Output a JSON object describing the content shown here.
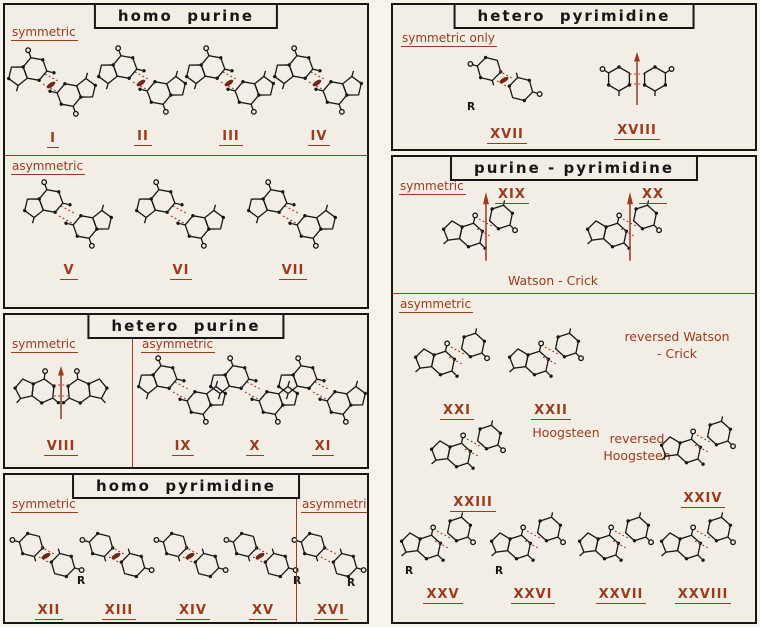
{
  "colors": {
    "paper": "#f2eee5",
    "ink": "#161616",
    "accent": "#9a3a1e",
    "symmetry_lens": "#6f2613"
  },
  "labels": {
    "r": "R"
  },
  "numerals": [
    "I",
    "II",
    "III",
    "IV",
    "V",
    "VI",
    "VII",
    "VIII",
    "IX",
    "X",
    "XI",
    "XII",
    "XIII",
    "XIV",
    "XV",
    "XVI",
    "XVII",
    "XVIII",
    "XIX",
    "XX",
    "XXI",
    "XXII",
    "XXIII",
    "XXIV",
    "XXV",
    "XXVI",
    "XXVII",
    "XXVIII"
  ],
  "panels": [
    {
      "title": "homo  purine",
      "sections": [
        "symmetric",
        "asymmetric"
      ]
    },
    {
      "title": "hetero  purine",
      "sections": [
        "symmetric",
        "asymmetric"
      ]
    },
    {
      "title": "homo  pyrimidine",
      "sections": [
        "symmetric",
        "asymmetric"
      ]
    },
    {
      "title": "hetero  pyrimidine",
      "sections": [
        "symmetric only"
      ]
    },
    {
      "title": "purine - pyrimidine",
      "sections": [
        "symmetric",
        "asymmetric"
      ],
      "captions": {
        "watson_crick": "Watson - Crick",
        "reversed_watson_crick": "reversed Watson - Crick",
        "hoogsteen": "Hoogsteen",
        "reversed_hoogsteen": "reversed Hoogsteen"
      }
    }
  ]
}
